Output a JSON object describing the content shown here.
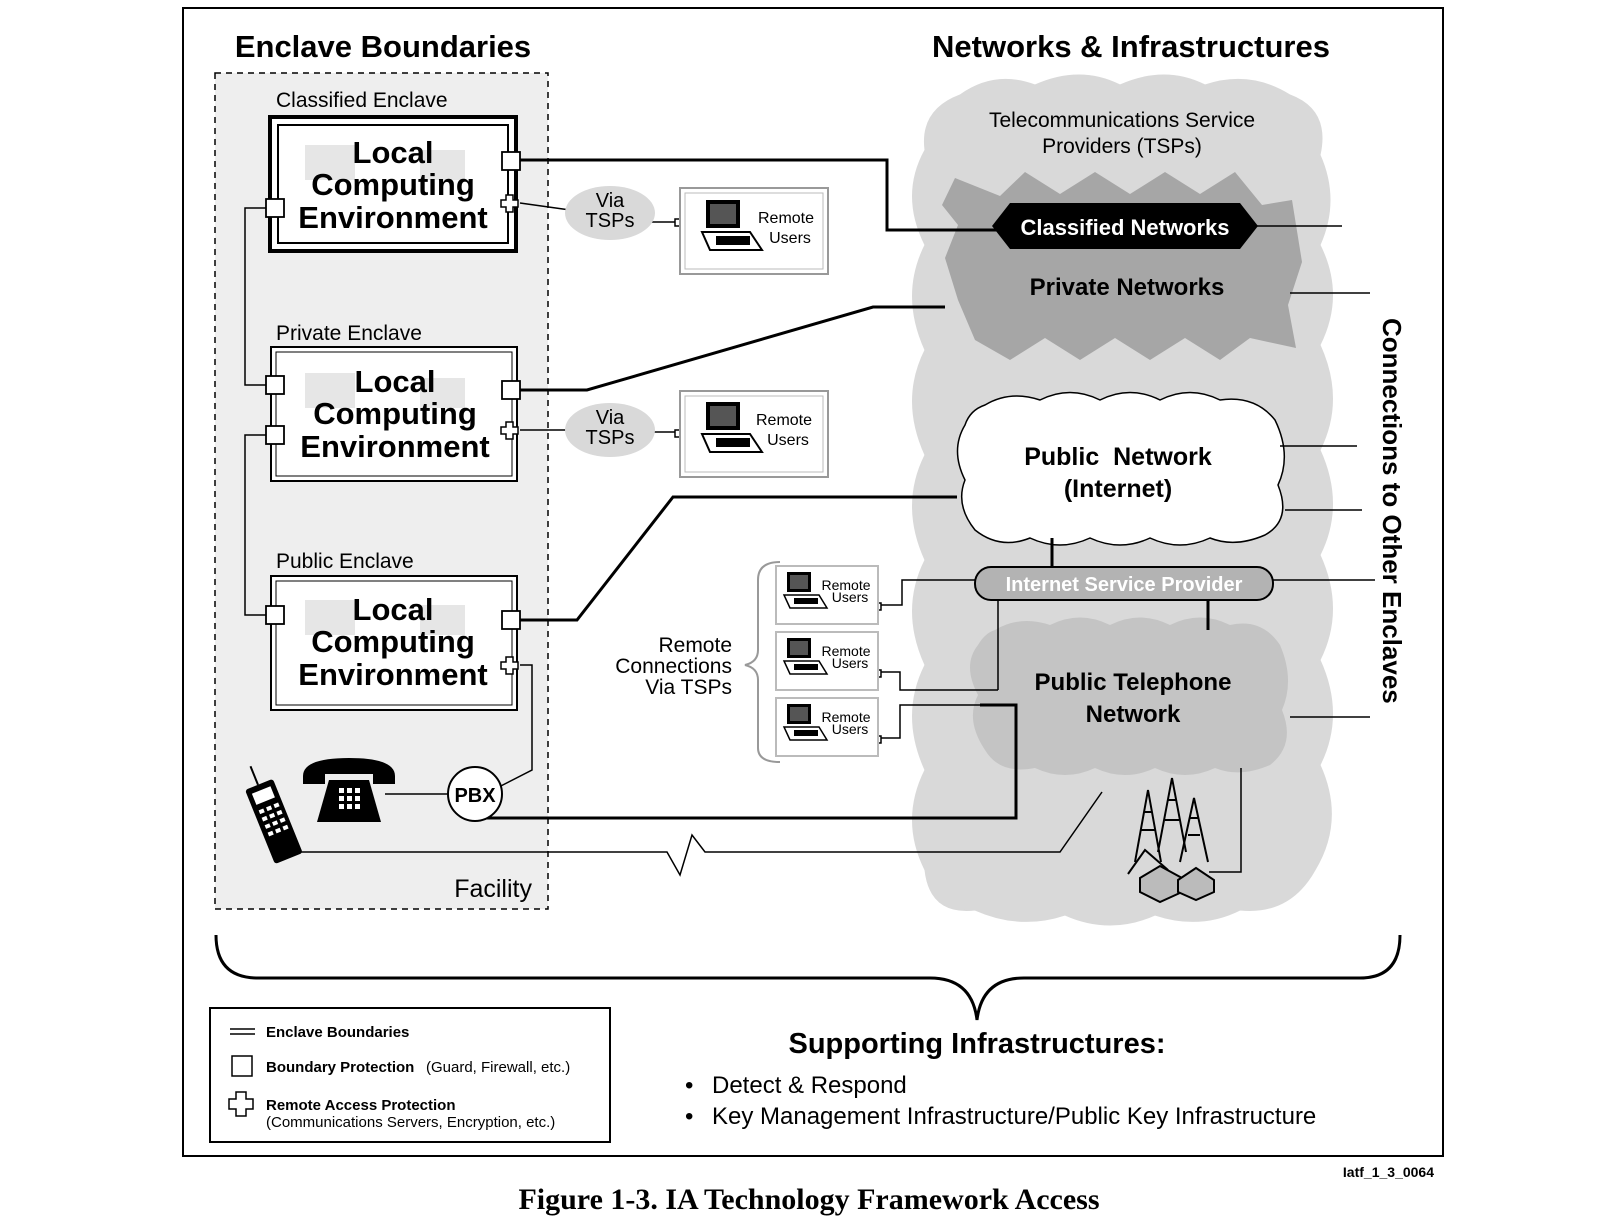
{
  "headings": {
    "left": "Enclave Boundaries",
    "right": "Networks & Infrastructures",
    "side": "Connections to Other Enclaves"
  },
  "enclaves": [
    {
      "label": "Classified Enclave",
      "lce": [
        "Local",
        "Computing",
        "Environment"
      ]
    },
    {
      "label": "Private Enclave",
      "lce": [
        "Local",
        "Computing",
        "Environment"
      ]
    },
    {
      "label": "Public Enclave",
      "lce": [
        "Local",
        "Computing",
        "Environment"
      ]
    }
  ],
  "facility_label": "Facility",
  "via_tsps": [
    "Via",
    "TSPs"
  ],
  "remote_users": [
    "Remote",
    "Users"
  ],
  "remote_connections": [
    "Remote",
    "Connections",
    "Via TSPs"
  ],
  "pbx": "PBX",
  "networks": {
    "tsp": [
      "Telecommunications Service",
      "Providers (TSPs)"
    ],
    "classified": "Classified Networks",
    "private": "Private Networks",
    "public": [
      "Public  Network",
      "(Internet)"
    ],
    "isp": "Internet Service Provider",
    "telephone": [
      "Public Telephone",
      "Network"
    ]
  },
  "legend": {
    "enclave_boundaries": "Enclave Boundaries",
    "boundary_protection": "Boundary Protection",
    "boundary_protection_note": "(Guard, Firewall, etc.)",
    "remote_access": "Remote Access Protection",
    "remote_access_note": "(Communications Servers, Encryption, etc.)"
  },
  "supporting": {
    "title": "Supporting Infrastructures:",
    "items": [
      "Detect & Respond",
      "Key Management Infrastructure/Public Key Infrastructure"
    ]
  },
  "figure_id": "Iatf_1_3_0064",
  "caption": "Figure 1-3.  IA Technology Framework Access",
  "colors": {
    "enclave_bg": "#eeeeee",
    "infra_cloud": "#d9d9d9",
    "dark_cloud": "#a6a6a6",
    "tel_cloud": "#c4c4c4",
    "classified_fill": "#000000"
  }
}
